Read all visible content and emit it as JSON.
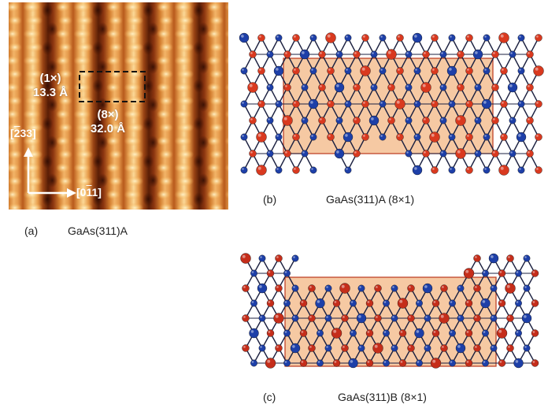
{
  "panels": {
    "a": {
      "letter": "(a)",
      "title": "GaAs(311)A",
      "period_1x": "(1×)",
      "length_1x": "13.3 Å",
      "period_8x": "(8×)",
      "length_8x": "32.0 Å",
      "dir_vertical_pre": "[",
      "dir_vertical_bar": "2",
      "dir_vertical_post": "33]",
      "dir_horizontal_pre": "[0",
      "dir_horizontal_bar": "1",
      "dir_horizontal_post": "1]",
      "colors": {
        "dark": "#5a1e06",
        "mid": "#c8661e",
        "bright": "#fde6a8"
      }
    },
    "b": {
      "letter": "(b)",
      "title": "GaAs(311)A (8×1)",
      "colors": {
        "ga": "#1d3fa8",
        "as": "#d9391f",
        "cell": "#f6c9a3",
        "cell_border": "#c0442a",
        "bond": "#1b2040"
      }
    },
    "c": {
      "letter": "(c)",
      "title": "GaAs(311)B (8×1)",
      "colors": {
        "ga": "#1d3fa8",
        "as": "#c52d1a",
        "cell": "#f6c9a3",
        "cell_border": "#c0442a",
        "bond": "#1b2040"
      }
    }
  }
}
